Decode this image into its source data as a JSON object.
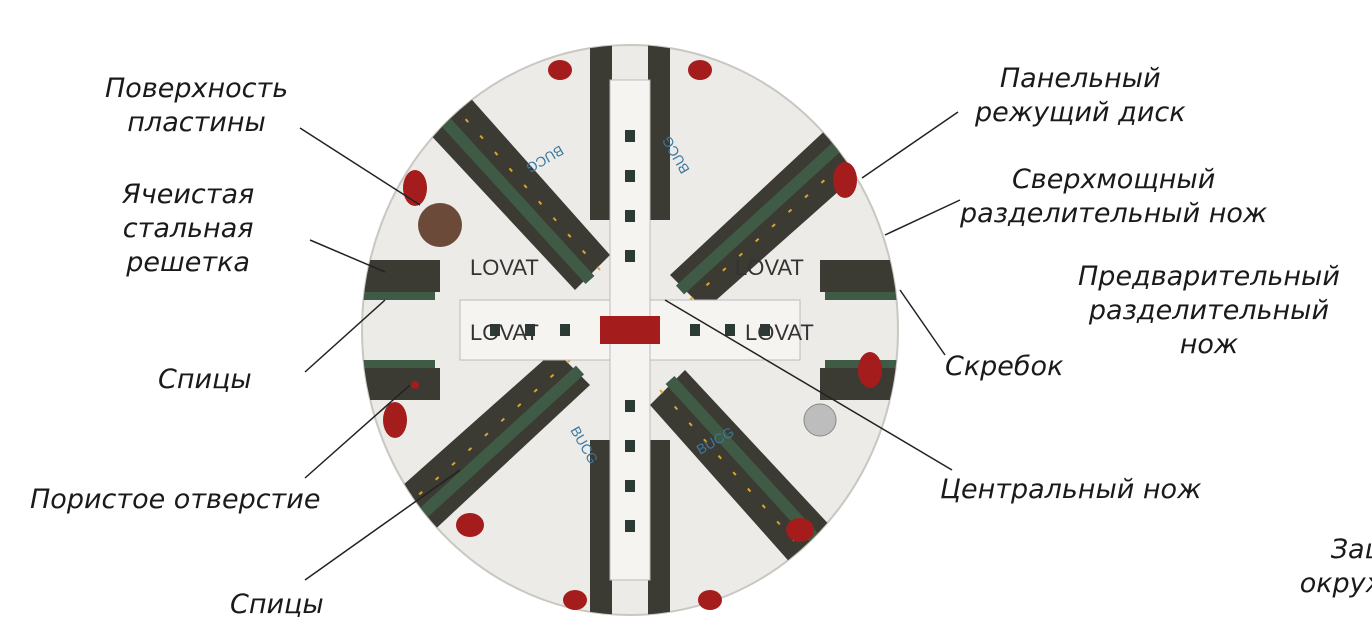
{
  "labels": {
    "plate_surface": [
      "Поверхность",
      "пластины"
    ],
    "cellular_grid": [
      "Ячеистая",
      "стальная",
      "решетка"
    ],
    "spokes_upper": "Спицы",
    "porous_hole": "Пористое отверстие",
    "spokes_lower": "Спицы",
    "panel_disc": [
      "Панельный",
      "режущий диск"
    ],
    "heavy_ripper": [
      "Сверхмощный",
      "разделительный нож"
    ],
    "pre_ripper": [
      "Предварительный",
      "разделительный",
      "нож"
    ],
    "scraper": "Скребок",
    "center_cutter": "Центральный нож",
    "periphery": [
      "Защ",
      "окруж"
    ]
  },
  "logos": {
    "brand": "LOVAT",
    "mark": "BUCG"
  },
  "colors": {
    "plate": "#ecebe8",
    "slot": "#3b3a33",
    "cutter": "#a41c1c",
    "bar": "#3f5a45",
    "weld": "#d9a62a"
  }
}
